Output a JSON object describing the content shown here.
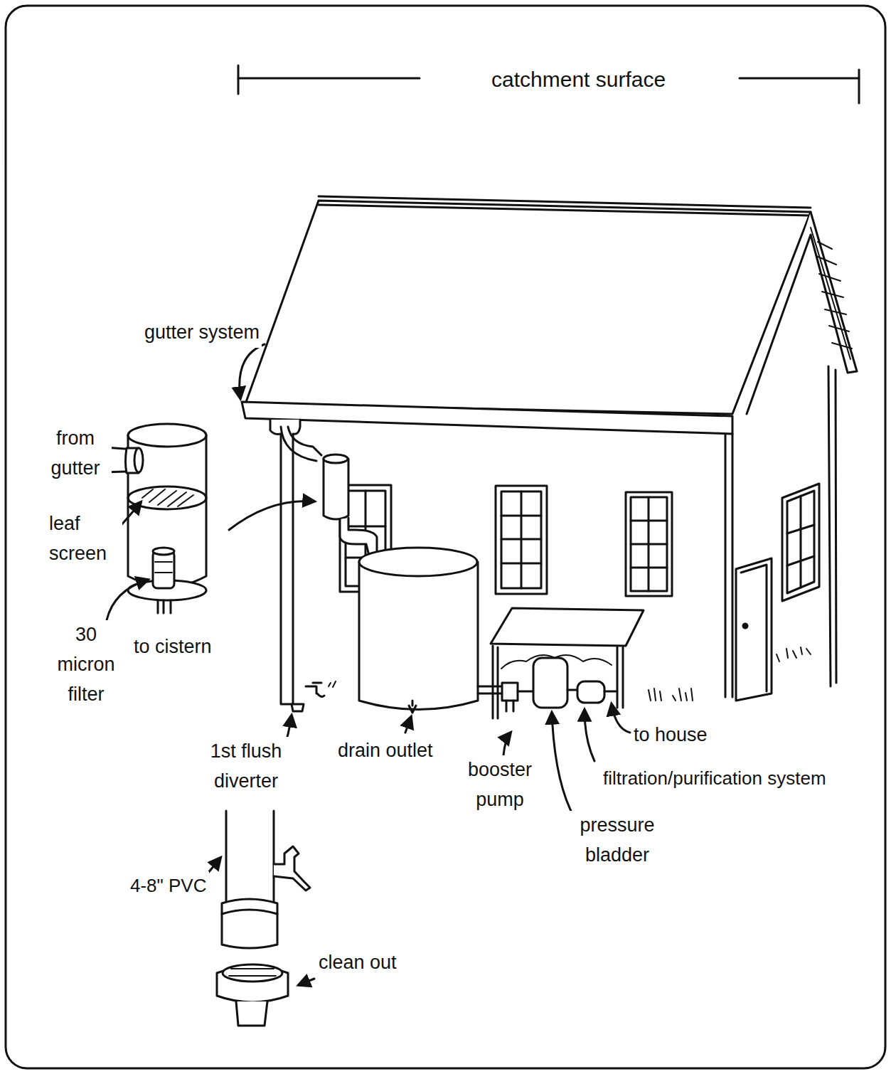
{
  "diagram": {
    "labels": [
      "catchment surface",
      "gutter system",
      "from gutter",
      "leaf screen",
      "30 micron filter",
      "to cistern",
      "1st flush diverter",
      "drain outlet",
      "booster pump",
      "pressure bladder",
      "filtration/purification system",
      "to house",
      "4-8\" PVC",
      "clean out"
    ]
  }
}
